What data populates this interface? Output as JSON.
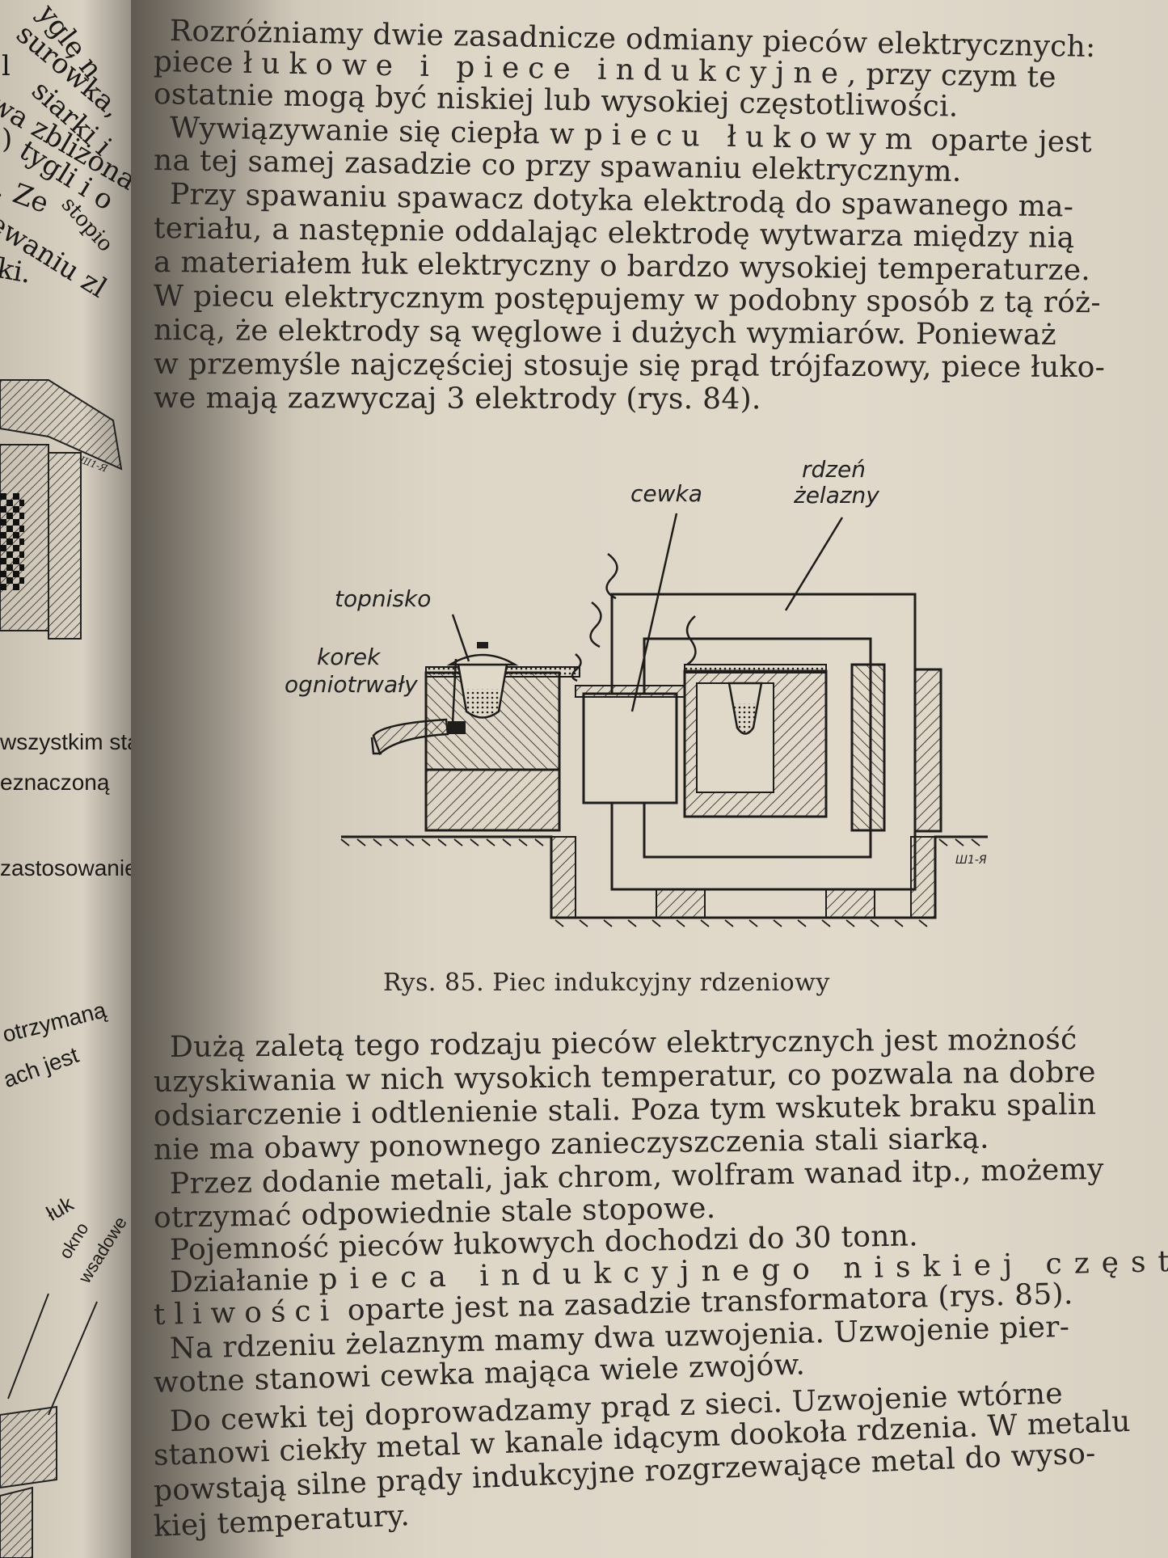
{
  "left_page": {
    "fragments": [
      "ygle n",
      "surówka,",
      "l",
      "siarki i",
      "wa zbliżona",
      ")",
      "tygli i o",
      ". Ze",
      "stopio",
      "ewaniu zl",
      "ki.",
      "wszystkim sta",
      "eznaczoną",
      "zastosowanie",
      "otrzymaną",
      "ach jest",
      "łuk",
      "okno",
      "wsadowe"
    ]
  },
  "paragraph1": [
    "Rozróżniamy dwie zasadnicze odmiany pieców elektrycznych:",
    [
      "piece ",
      "łukowe i piece indukcyjne",
      ", przy czym te"
    ],
    "ostatnie mogą być niskiej lub wysokiej częstotliwości.",
    [
      "Wywiązywanie się ciepła w ",
      "piecu łukowym",
      " oparte jest"
    ],
    "na tej samej zasadzie co przy spawaniu elektrycznym.",
    "Przy spawaniu spawacz dotyka elektrodą do spawanego ma-",
    "teriału, a następnie oddalając elektrodę wytwarza między nią",
    "a materiałem łuk elektryczny o bardzo wysokiej temperaturze.",
    "W piecu elektrycznym postępujemy w podobny sposób z tą róż-",
    "nicą, że elektrody są węglowe i dużych wymiarów. Ponieważ",
    "w przemyśle najczęściej stosuje się prąd trójfazowy, piece łuko-",
    "we mają zazwyczaj 3 elektrody (rys. 84)."
  ],
  "figure": {
    "labels": {
      "cewka": "cewka",
      "rdzen": [
        "rdzeń",
        "żelazny"
      ],
      "topnisko": "topnisko",
      "korek": [
        "korek",
        "ogniotrwały"
      ],
      "mark": "Ш1-Я"
    },
    "caption": "Rys. 85. Piec indukcyjny rdzeniowy"
  },
  "paragraph2": [
    "Dużą zaletą tego rodzaju pieców elektrycznych jest możność",
    "uzyskiwania w nich wysokich temperatur, co pozwala na dobre",
    "odsiarczenie i odtlenienie stali. Poza tym wskutek braku spalin",
    "nie ma obawy ponownego zanieczyszczenia stali siarką.",
    "Przez dodanie metali, jak chrom, wolfram wanad itp., możemy",
    "otrzymać odpowiednie stale stopowe.",
    "Pojemność pieców łukowych dochodzi do 30 tonn.",
    [
      "Działanie ",
      "pieca indukcyjnego niskiej często-"
    ],
    [
      "",
      "tliwości",
      " oparte jest na zasadzie transformatora (rys. 85)."
    ],
    "Na rdzeniu żelaznym mamy dwa uzwojenia. Uzwojenie pier-",
    "wotne stanowi cewka mająca wiele zwojów.",
    "Do cewki tej doprowadzamy prąd z sieci. Uzwojenie wtórne",
    "stanowi ciekły metal w kanale idącym dookoła rdzenia. W metalu",
    "powstają silne prądy indukcyjne rozgrzewające metal do wyso-",
    "kiej temperatury."
  ]
}
